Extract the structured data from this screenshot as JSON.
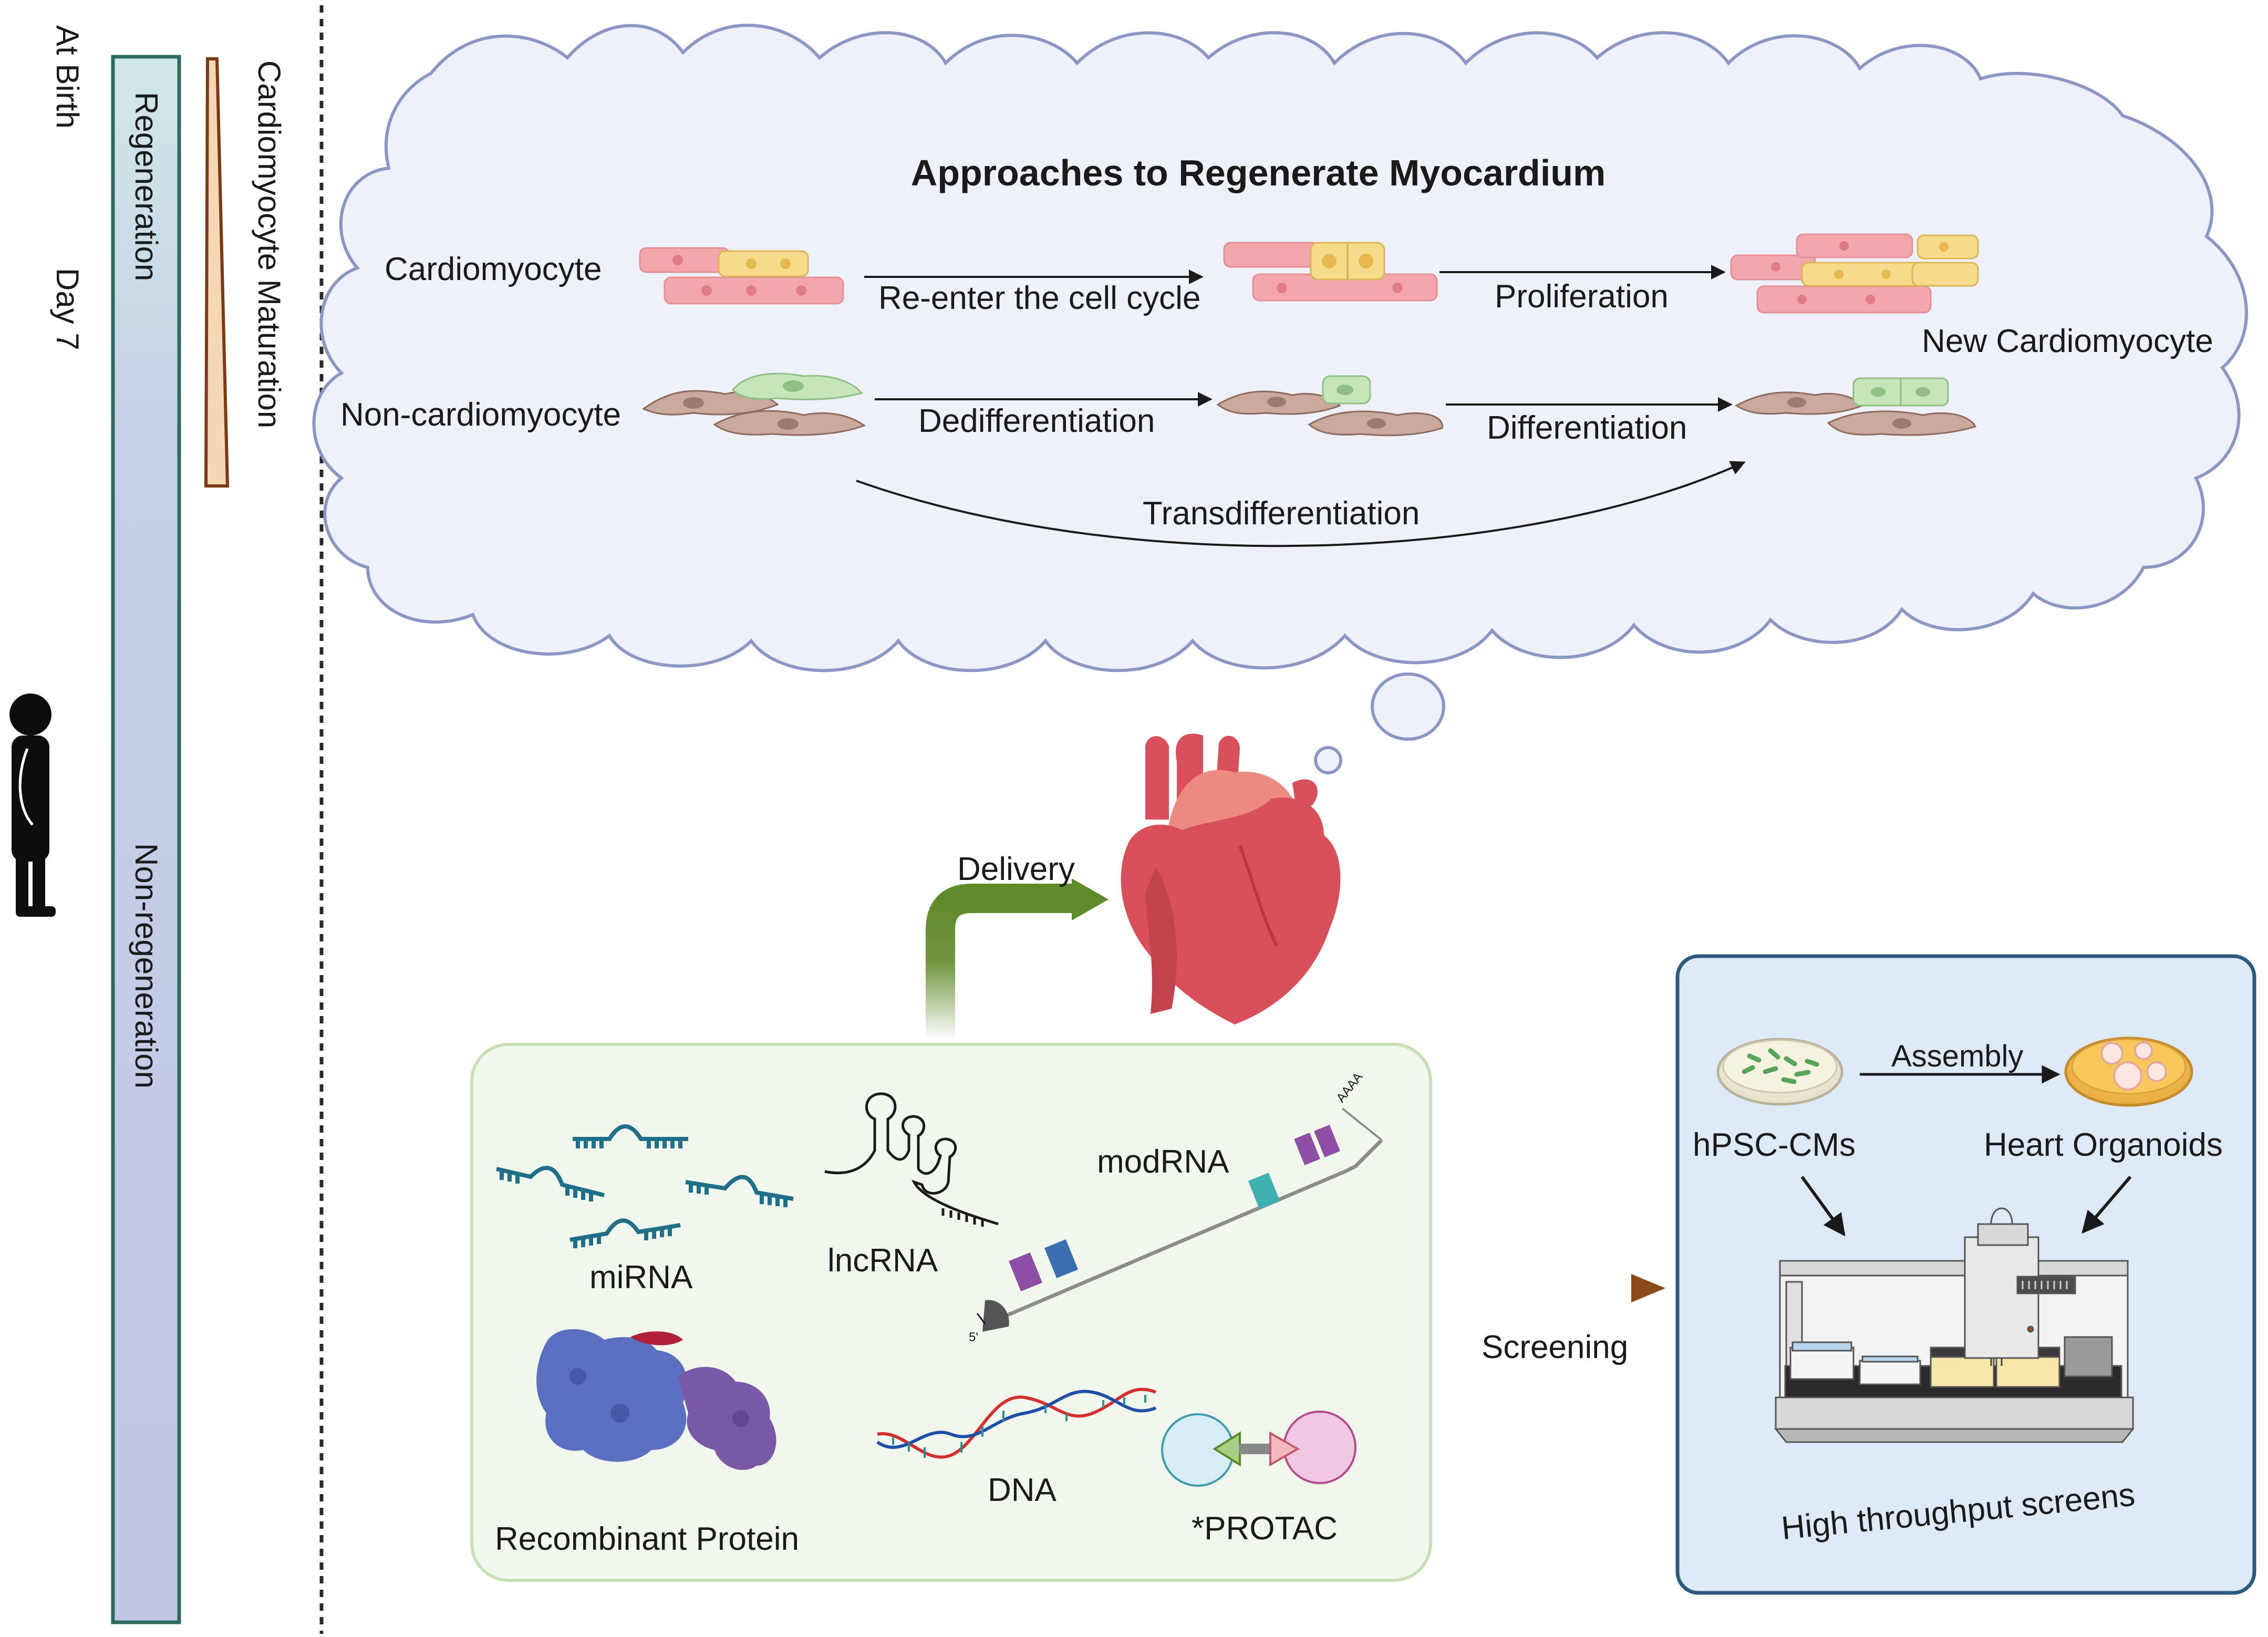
{
  "timeline": {
    "at_birth": "At Birth",
    "day7": "Day 7",
    "regeneration": "Regeneration",
    "non_regeneration": "Non-regeneration",
    "maturation": "Cardiomyocyte Maturation"
  },
  "cloud": {
    "title": "Approaches to Regenerate Myocardium",
    "cardiomyocyte": "Cardiomyocyte",
    "reenter": "Re-enter the cell cycle",
    "proliferation": "Proliferation",
    "new_cardiomyocyte": "New Cardiomyocyte",
    "non_cardiomyocyte": "Non-cardiomyocyte",
    "dedifferentiation": "Dedifferentiation",
    "differentiation": "Differentiation",
    "transdifferentiation": "Transdifferentiation"
  },
  "delivery": {
    "label": "Delivery"
  },
  "molecules": {
    "mirna": "miRNA",
    "lncrna": "lncRNA",
    "modrna": "modRNA",
    "recombinant_protein": "Recombinant Protein",
    "dna": "DNA",
    "protac": "*PROTAC",
    "polya": "AAAA",
    "five_prime": "5'"
  },
  "screening": {
    "label": "Screening"
  },
  "hts": {
    "hpsc_cms": "hPSC-CMs",
    "assembly": "Assembly",
    "heart_organoids": "Heart Organoids",
    "high_throughput": "High throughput screens"
  },
  "colors": {
    "cloud_fill": "#eef1fa",
    "cloud_stroke": "#8a96c4",
    "regen_bar": "#cfe8e6",
    "nonregen_bar": "#c2c6e4",
    "bar_border": "#2e6b5e",
    "cm_pink": "#f3a7ad",
    "cm_yellow": "#f6dc8a",
    "fibroblast": "#c9a99c",
    "fibroblast_green": "#c4e6b9",
    "heart_red": "#d8515a",
    "delivery_green": "#5f8a2a",
    "screening_brown": "#8a4a18",
    "molecule_box": "#f1f7ec",
    "hts_box": "#dde9f7"
  }
}
